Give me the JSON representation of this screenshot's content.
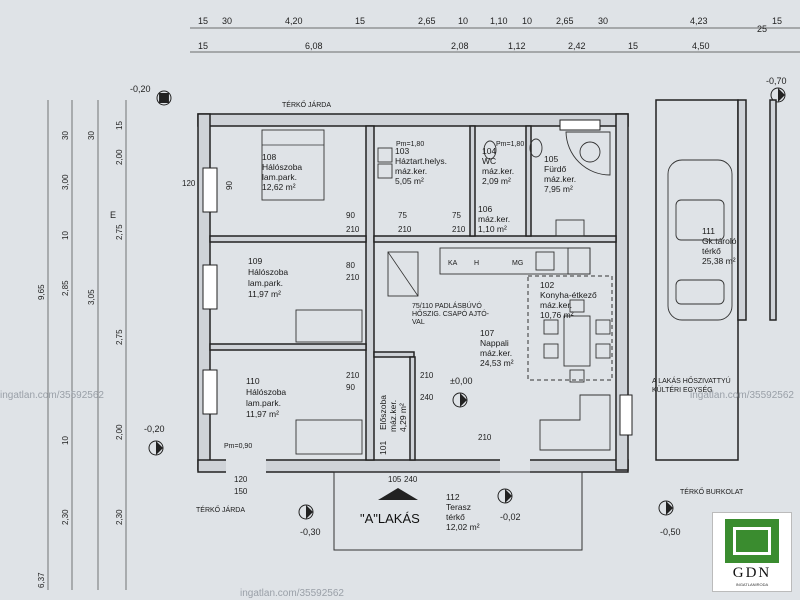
{
  "top_dims_row1": [
    "15",
    "30",
    "4,20",
    "15",
    "2,65",
    "10",
    "1,10",
    "10",
    "2,65",
    "30",
    "4,23",
    "25",
    "15"
  ],
  "top_dims_row2": [
    "15",
    "6,08",
    "2,08",
    "1,12",
    "2,42",
    "15",
    "4,50"
  ],
  "left_dims_outer": [
    "9,65",
    "6,37"
  ],
  "left_dims_col2": [
    "30",
    "3,00",
    "10",
    "2,85",
    "10",
    "3,05",
    "30",
    "2,30"
  ],
  "left_dims_col3": [
    "15",
    "2,00",
    "2,75",
    "2,75",
    "2,00",
    "2,30"
  ],
  "levels": {
    "tl": "-0,20",
    "bl": "-0,20",
    "bottom_left": "-0,30",
    "bottom_mid": "-0,02",
    "center": "±0,00",
    "garage_top": "-0,70",
    "garage_bottom": "-0,50"
  },
  "rooms": {
    "r108": {
      "num": "108",
      "name": "Hálószoba",
      "floor": "lam.park.",
      "area": "12,62 m²"
    },
    "r109": {
      "num": "109",
      "name": "Hálószoba",
      "floor": "lam.park.",
      "area": "11,97 m²"
    },
    "r110": {
      "num": "110",
      "name": "Hálószoba",
      "floor": "lam.park.",
      "area": "11,97 m²"
    },
    "r103": {
      "num": "103",
      "name": "Háztart.helys.",
      "floor": "máz.ker.",
      "area": "5,05 m²"
    },
    "r104": {
      "num": "104",
      "name": "WC",
      "floor": "máz.ker.",
      "area": "2,09 m²"
    },
    "r105": {
      "num": "105",
      "name": "Fürdő",
      "floor": "máz.ker.",
      "area": "7,95 m²"
    },
    "r106": {
      "num": "106",
      "floor": "máz.ker.",
      "area": "1,10 m²"
    },
    "r102": {
      "num": "102",
      "name": "Konyha-étkező",
      "floor": "máz.ker.",
      "area": "10,76 m²"
    },
    "r107": {
      "num": "107",
      "name": "Nappali",
      "floor": "máz.ker.",
      "area": "24,53 m²"
    },
    "r101": {
      "num": "101",
      "name": "Előszoba",
      "floor": "máz.ker.",
      "area": "4,29 m²"
    },
    "r111": {
      "num": "111",
      "name": "Gk.tároló",
      "floor": "térkő",
      "area": "25,38 m²"
    },
    "r112": {
      "num": "112",
      "name": "Terasz",
      "floor": "térkő",
      "area": "12,02 m²"
    }
  },
  "labels": {
    "terko_jarda_top": "TÉRKŐ JÁRDA",
    "terko_jarda_bottom": "TÉRKŐ JÁRDA",
    "terko_burkolat": "TÉRKŐ BURKOLAT",
    "a_lakas": "\"A\"LAKÁS",
    "padlas_note_1": "75/110 PADLÁSBÚVÓ",
    "padlas_note_2": "HŐSZIG. CSAPÓ AJTÓ-",
    "padlas_note_3": "VAL",
    "hoszivattyu_1": "A LAKÁS HŐSZIVATTYÚ",
    "hoszivattyu_2": "KÜLTÉRI EGYSÉG",
    "pm_1": "Pm=0,90",
    "pm_2": "Pm=1,80",
    "pm_3": "Pm=1,80",
    "section_e": "E",
    "kitchen_ka": "KA",
    "kitchen_h": "H",
    "kitchen_mg": "MG"
  },
  "openings": [
    "120",
    "90",
    "90",
    "210",
    "75",
    "210",
    "75",
    "210",
    "80",
    "210",
    "210",
    "90",
    "210",
    "120",
    "150",
    "105",
    "240",
    "210",
    "240"
  ],
  "watermark": "ingatlan.com/35592562",
  "logo": {
    "name": "GDN",
    "sub": "INGATLANIRODA"
  }
}
